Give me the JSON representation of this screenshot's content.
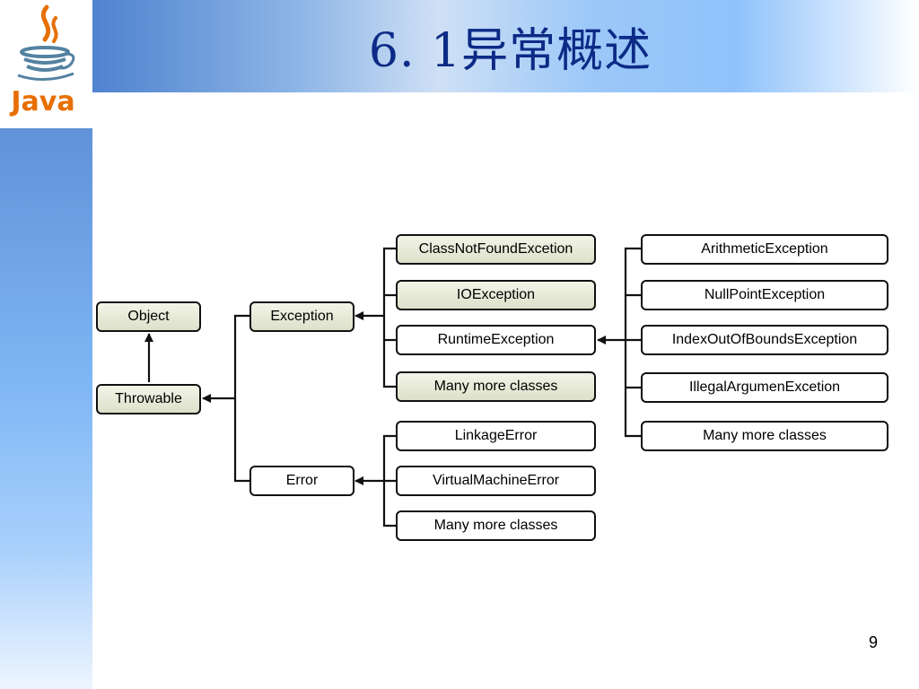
{
  "slide": {
    "title": "6. 1异常概述",
    "page_number": "9"
  },
  "logo": {
    "text": "Java",
    "icon": "java-coffee-cup-icon",
    "colors": {
      "steam": "#e76f00",
      "cup": "#5382a1",
      "text": "#e76f00"
    }
  },
  "diagram": {
    "nodes": {
      "object": "Object",
      "throwable": "Throwable",
      "exception": "Exception",
      "error": "Error",
      "class_not_found": "ClassNotFoundExcetion",
      "io_exception": "IOException",
      "runtime_exception": "RuntimeException",
      "exception_more": "Many more classes",
      "linkage_error": "LinkageError",
      "vm_error": "VirtualMachineError",
      "error_more": "Many more classes",
      "arithmetic": "ArithmeticException",
      "null_point": "NullPointException",
      "index_out_of_bounds": "IndexOutOfBoundsException",
      "illegal_argument": "IllegalArgumenExcetion",
      "runtime_more": "Many more classes"
    },
    "colors": {
      "border": "#111111",
      "shaded_top": "#f3f4e8",
      "shaded_bottom": "#dde0c9",
      "plain": "#ffffff"
    }
  }
}
